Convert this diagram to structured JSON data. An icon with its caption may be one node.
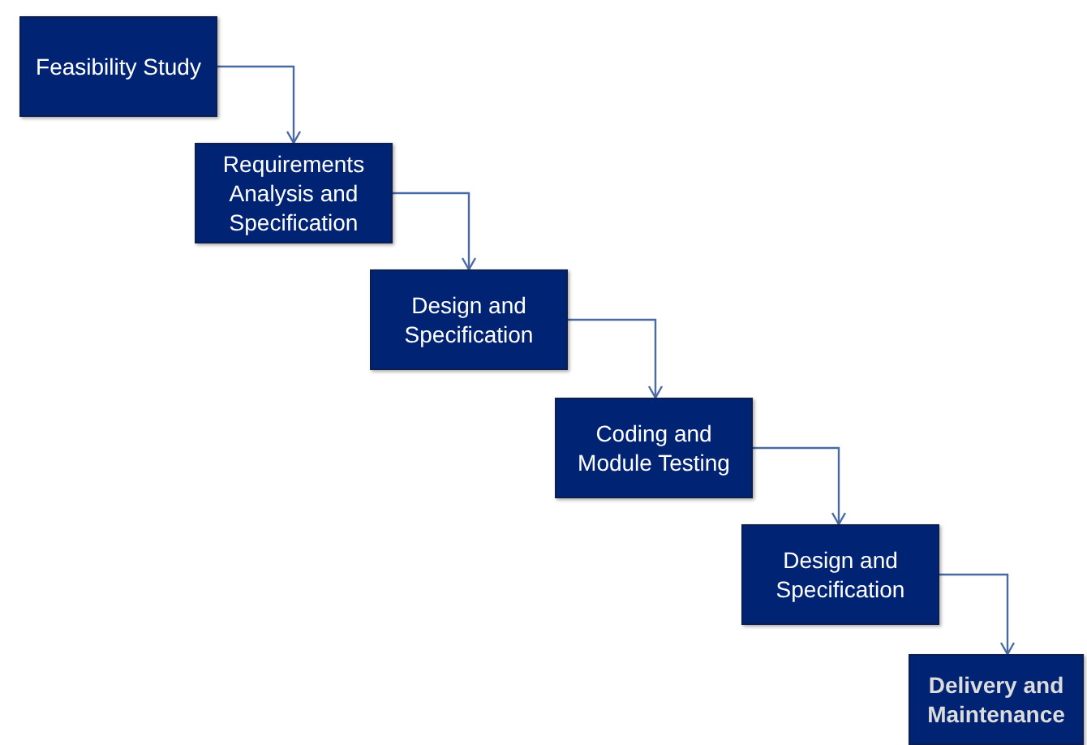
{
  "diagram": {
    "nodes": [
      {
        "text": [
          "Feasibility Study"
        ]
      },
      {
        "text": [
          "Requirements Analysis and Specification"
        ]
      },
      {
        "text": [
          "Design and Specification"
        ]
      },
      {
        "text": [
          "Coding and Module Testing"
        ]
      },
      {
        "text": [
          "Design and Specification"
        ]
      },
      {
        "text": [
          "Delivery and Maintenance"
        ]
      }
    ],
    "edges": [
      {
        "from": 0,
        "to": 1,
        "arrow": "to"
      },
      {
        "from": 1,
        "to": 2,
        "arrow": "to"
      },
      {
        "from": 2,
        "to": 3,
        "arrow": "to"
      },
      {
        "from": 3,
        "to": 4,
        "arrow": "to"
      },
      {
        "from": 4,
        "to": 5,
        "arrow": "to"
      }
    ]
  }
}
